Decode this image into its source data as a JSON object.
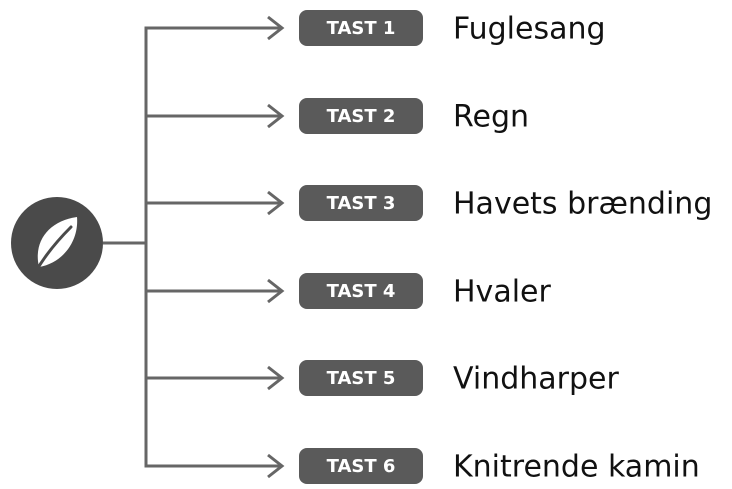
{
  "colors": {
    "badge": "#5a5a5a",
    "line": "#666666",
    "icon_bg": "#4a4a4a",
    "icon_fg": "#ffffff",
    "label": "#111111"
  },
  "center_icon": {
    "icon": "leaf-icon"
  },
  "items": [
    {
      "key": "TAST 1",
      "label": "Fuglesang"
    },
    {
      "key": "TAST 2",
      "label": "Regn"
    },
    {
      "key": "TAST 3",
      "label": "Havets brænding"
    },
    {
      "key": "TAST 4",
      "label": "Hvaler"
    },
    {
      "key": "TAST 5",
      "label": "Vindharper"
    },
    {
      "key": "TAST 6",
      "label": "Knitrende kamin"
    }
  ]
}
